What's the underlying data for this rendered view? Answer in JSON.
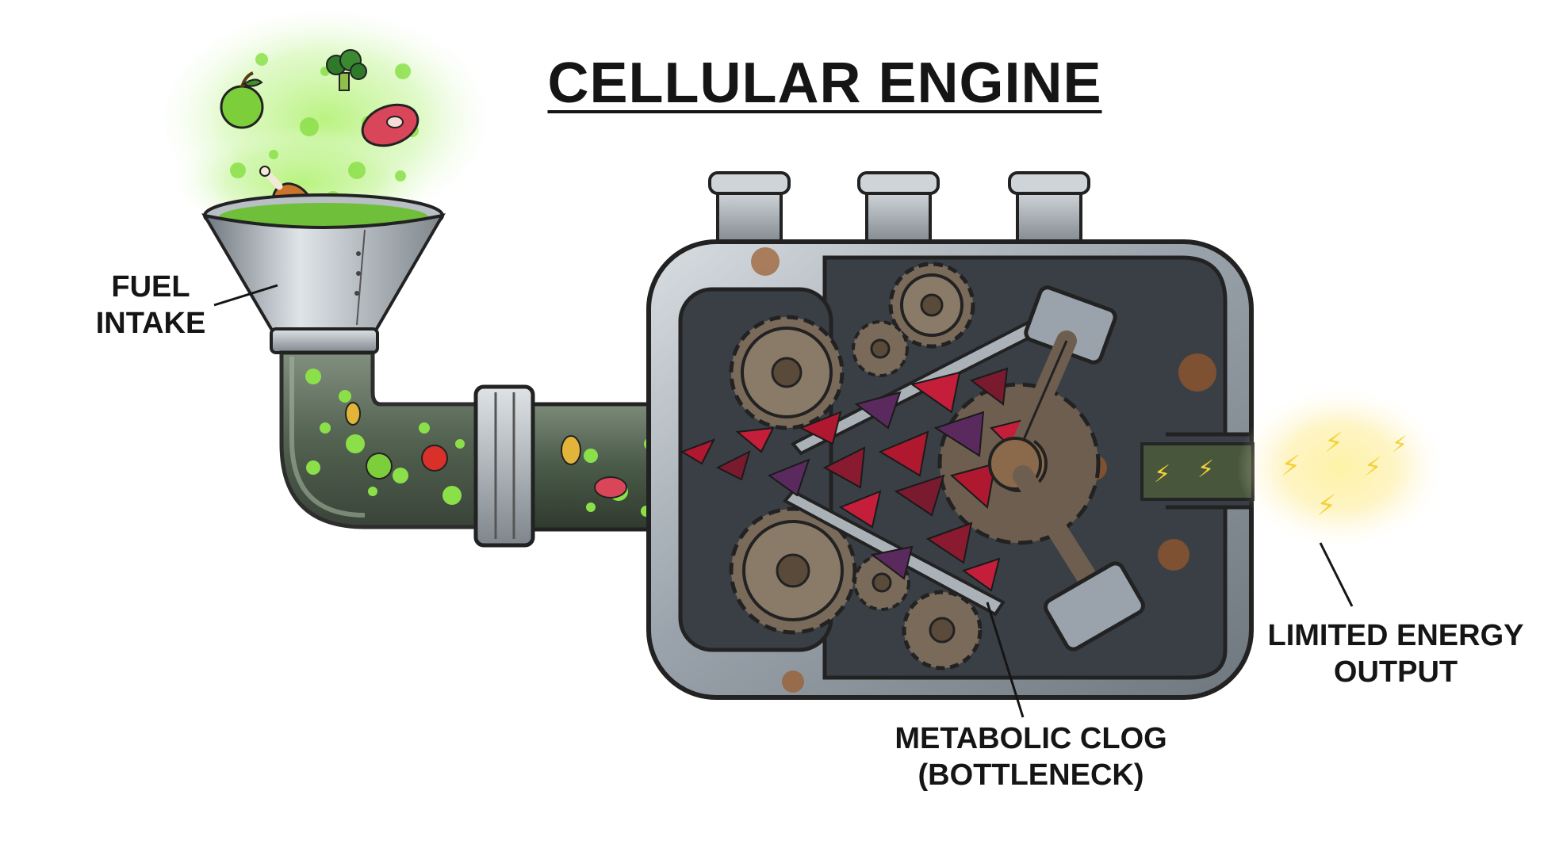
{
  "title": "CELLULAR ENGINE",
  "labels": {
    "fuel_intake": [
      "FUEL",
      "INTAKE"
    ],
    "metabolic_clog": [
      "METABOLIC CLOG",
      "(BOTTLENECK)"
    ],
    "energy_output": [
      "LIMITED ENERGY",
      "OUTPUT"
    ]
  },
  "colors": {
    "fuel_glow": "#8be04a",
    "metal": "#9aa3ab",
    "metal_dark": "#5e666d",
    "rust": "#9a5a2a",
    "clog_red": "#b01830",
    "clog_purple": "#5a2a5e",
    "energy_yellow": "#f4d23a",
    "ink": "#151515"
  },
  "icons": [
    "apple-icon",
    "broccoli-icon",
    "steak-icon",
    "chicken-leg-icon",
    "gear-icon",
    "piston-icon",
    "lightning-bolt-icon"
  ]
}
